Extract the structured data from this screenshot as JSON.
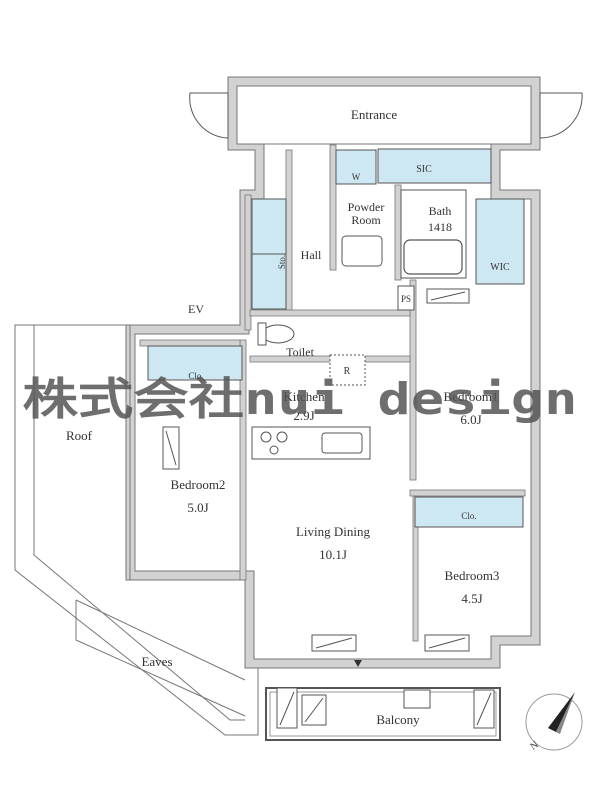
{
  "rooms": {
    "entrance": "Entrance",
    "sic": "SIC",
    "w": "W",
    "powder_room_line1": "Powder",
    "powder_room_line2": "Room",
    "bath": "Bath",
    "bath_size": "1418",
    "hall": "Hall",
    "sto": "Sto.",
    "wic": "WIC",
    "ps": "PS",
    "ev": "EV",
    "toilet": "Toilet",
    "r": "R",
    "clo_bedroom2": "Clo.",
    "kitchen": "Kitchen",
    "kitchen_size": "2.9J",
    "bedroom1": "Bedroom1",
    "bedroom1_size": "6.0J",
    "roof": "Roof",
    "bedroom2": "Bedroom2",
    "bedroom2_size": "5.0J",
    "clo_bedroom3": "Clo.",
    "living_dining": "Living Dining",
    "living_dining_size": "10.1J",
    "bedroom3": "Bedroom3",
    "bedroom3_size": "4.5J",
    "eaves": "Eaves",
    "balcony": "Balcony"
  },
  "compass_label": "N",
  "watermark": "株式会社nui design",
  "colors": {
    "wall": "#d2d2d2",
    "wall_stroke": "#777777",
    "storage": "#cde8f2",
    "line": "#555555",
    "watermark": "#555555"
  }
}
